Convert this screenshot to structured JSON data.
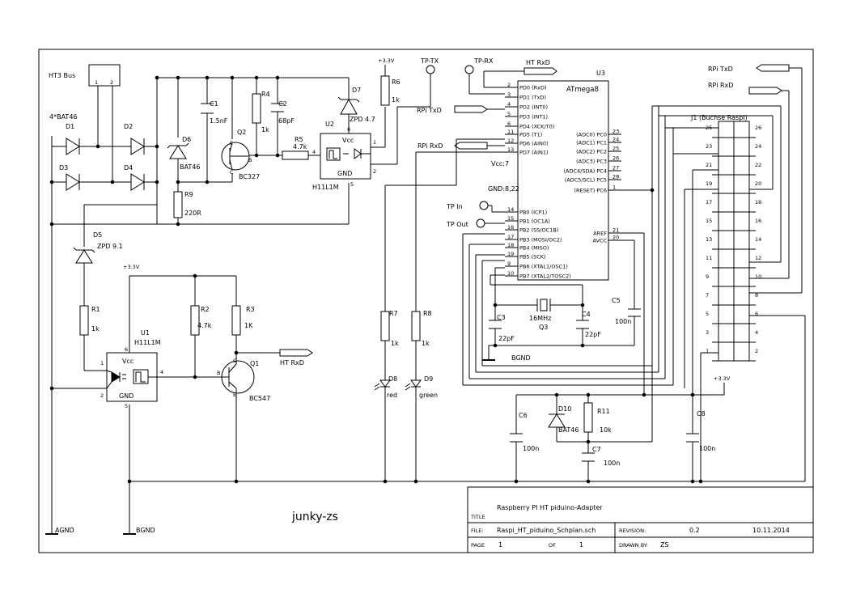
{
  "title_block": {
    "title_label": "TITLE",
    "title": "Raspberry PI  HT piduino-Adapter",
    "file_label": "FILE:",
    "file": "Raspi_HT_piduino_Schplan.sch",
    "revision_label": "REVISION:",
    "revision": "0.2",
    "date": "10.11.2014",
    "page_label": "PAGE",
    "page": "1",
    "of_label": "OF",
    "of": "1",
    "drawn_by_label": "DRAWN BY:",
    "drawn_by": "ZS"
  },
  "signature": "junky-zs",
  "bus": {
    "name": "HT3 Bus",
    "pin1": "1",
    "pin2": "2",
    "diodes_note": "4*BAT46"
  },
  "diodes": {
    "d1": "D1",
    "d2": "D2",
    "d3": "D3",
    "d4": "D4",
    "d5": "D5",
    "d5_value": "ZPD 9.1",
    "d6": "D6",
    "d6_value": "BAT46",
    "d7": "D7",
    "d7_value": "ZPD 4.7",
    "d8": "D8",
    "d8_value": "red",
    "d9": "D9",
    "d9_value": "green",
    "d10": "D10",
    "d10_value": "BAT46"
  },
  "resistors": {
    "r1": "R1",
    "r1_value": "1k",
    "r2": "R2",
    "r2_value": "4.7k",
    "r3": "R3",
    "r3_value": "1K",
    "r4": "R4",
    "r4_value": "1k",
    "r5": "R5",
    "r5_value": "4.7k",
    "r6": "R6",
    "r6_value": "1k",
    "r7": "R7",
    "r7_value": "1k",
    "r8": "R8",
    "r8_value": "1k",
    "r9": "R9",
    "r9_value": "220R",
    "r11": "R11",
    "r11_value": "10k"
  },
  "capacitors": {
    "c1": "C1",
    "c1_value": "1.5nF",
    "c2": "C2",
    "c2_value": "68pF",
    "c3": "C3",
    "c3_value": "22pF",
    "c4": "C4",
    "c4_value": "22pF",
    "c5": "C5",
    "c5_value": "100n",
    "c6": "C6",
    "c6_value": "100n",
    "c7": "C7",
    "c7_value": "100n",
    "c8": "C8",
    "c8_value": "100n"
  },
  "transistors": {
    "q1": "Q1",
    "q1_value": "BC547",
    "q2": "Q2",
    "q2_value": "BC327",
    "e": "E",
    "b": "B",
    "c": "C"
  },
  "crystal": {
    "name": "Q3",
    "value": "16MHz"
  },
  "optocouplers": {
    "u1": "U1",
    "u1_value": "H11L1M",
    "u2": "U2",
    "u2_value": "H11L1M",
    "vcc": "Vcc",
    "gnd": "GND",
    "p1": "1",
    "p2": "2",
    "p4": "4",
    "p5": "5",
    "p6": "6"
  },
  "supply": {
    "v33": "+3.3V",
    "agnd": "AGND",
    "bgnd": "BGND"
  },
  "net_labels": {
    "tp_tx": "TP-TX",
    "tp_rx": "TP-RX",
    "ht_rxd": "HT RxD",
    "rpi_txd": "RPi TxD",
    "rpi_rxd": "RPi RxD",
    "tp_in": "TP In",
    "tp_out": "TP Out"
  },
  "mcu": {
    "ref": "U3",
    "name": "ATmega8",
    "vcc_note": "Vcc:7",
    "gnd_note": "GND:8,22",
    "left_pins": [
      {
        "num": "2",
        "name": "PD0 (RxD)"
      },
      {
        "num": "3",
        "name": "PD1 (TxD)"
      },
      {
        "num": "4",
        "name": "PD2 (INT0)"
      },
      {
        "num": "5",
        "name": "PD3 (INT1)"
      },
      {
        "num": "6",
        "name": "PD4 (XCK/T0)"
      },
      {
        "num": "11",
        "name": "PD5 (T1)"
      },
      {
        "num": "12",
        "name": "PD6 (AIN0)"
      },
      {
        "num": "13",
        "name": "PD7 (AIN1)"
      },
      {
        "num": "14",
        "name": "PB0 (ICP1)"
      },
      {
        "num": "15",
        "name": "PB1 (OC1A)"
      },
      {
        "num": "16",
        "name": "PB2 (SS/OC1B)"
      },
      {
        "num": "17",
        "name": "PB3 (MOSI/OC2)"
      },
      {
        "num": "18",
        "name": "PB4 (MISO)"
      },
      {
        "num": "19",
        "name": "PB5 (SCK)"
      },
      {
        "num": "9",
        "name": "PB6 (XTAL1/OSC1)"
      },
      {
        "num": "10",
        "name": "PB7 (XTAL2/TOSC2)"
      }
    ],
    "right_pins": [
      {
        "num": "23",
        "name": "(ADC0) PC0"
      },
      {
        "num": "24",
        "name": "(ADC1) PC1"
      },
      {
        "num": "25",
        "name": "(ADC2) PC2"
      },
      {
        "num": "26",
        "name": "(ADC3) PC3"
      },
      {
        "num": "27",
        "name": "(ADC4/SDA) PC4"
      },
      {
        "num": "28",
        "name": "(ADC5/SCL) PC5"
      },
      {
        "num": "1",
        "name": "(RESET) PC6"
      },
      {
        "num": "21",
        "name": "AREF"
      },
      {
        "num": "20",
        "name": "AVCC"
      }
    ]
  },
  "connector": {
    "ref": "J1",
    "name": "J1 (Buchse Raspi)",
    "left_pins": [
      "25",
      "23",
      "21",
      "19",
      "17",
      "15",
      "13",
      "11",
      "9",
      "7",
      "5",
      "3",
      "1"
    ],
    "right_pins": [
      "26",
      "24",
      "22",
      "20",
      "18",
      "16",
      "14",
      "12",
      "10",
      "8",
      "6",
      "4",
      "2"
    ]
  }
}
